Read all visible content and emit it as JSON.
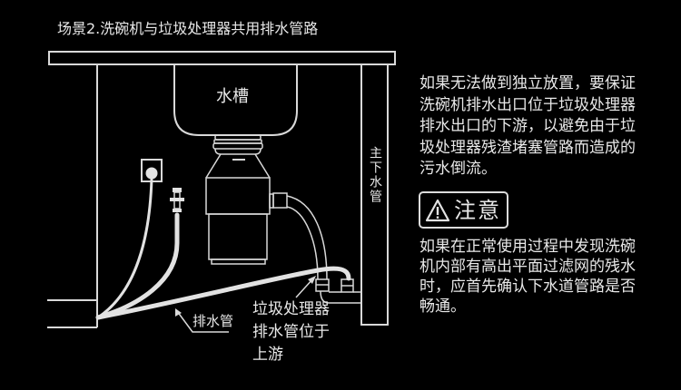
{
  "title": "场景2.洗碗机与垃圾处理器共用排水管路",
  "diagram": {
    "sink_label": "水槽",
    "main_drain_label": "主下水管",
    "drain_hose_label": "排水管",
    "disposal_drain_label_lines": [
      "垃圾处理器",
      "排水管位于",
      "上游"
    ],
    "components": [
      "countertop",
      "sink",
      "food-waste-disposer",
      "electrical-outlet",
      "water-valve",
      "dishwasher-drain-hose",
      "main-drain-pipe",
      "tee-connector"
    ]
  },
  "info": {
    "lines": [
      "如果无法做到独立放置，要保证",
      "洗碗机排水出口位于垃圾处理器",
      "排水出口的下游，以避免由于垃",
      "圾处理器残渣堵塞管路而造成的",
      "污水倒流。"
    ]
  },
  "notice": {
    "icon": "warning-triangle-icon",
    "label": "注意",
    "lines": [
      "如果在正常使用过程中发现洗碗",
      "机内部有高出平面过滤网的残水",
      "时，应首先确认下水道管路是否",
      "畅通。"
    ]
  },
  "colors": {
    "background": "#000000",
    "line": "#d9d9d9",
    "text": "#e8e8e8"
  }
}
